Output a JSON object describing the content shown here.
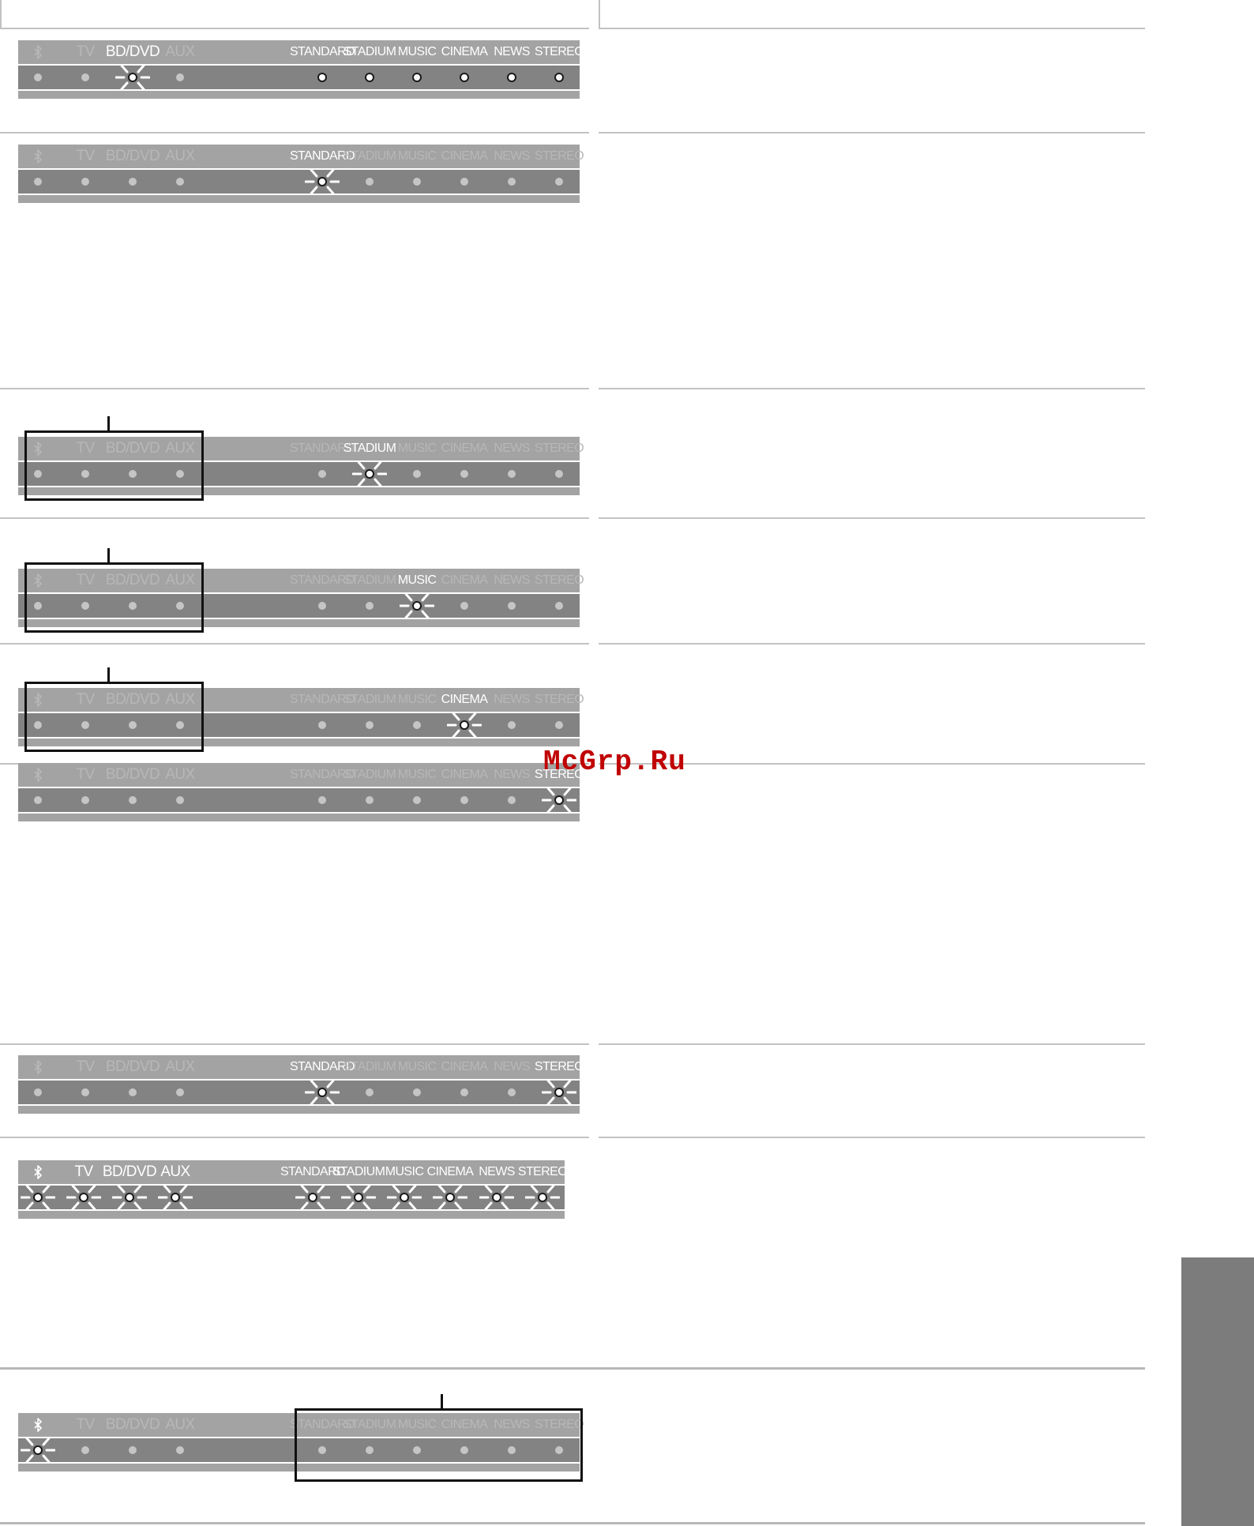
{
  "watermark": "McGrp.Ru",
  "labels": {
    "sources": [
      "TV",
      "BD/DVD",
      "AUX"
    ],
    "modes": [
      "STANDARD",
      "STADIUM",
      "MUSIC",
      "CINEMA",
      "NEWS",
      "STEREO"
    ]
  },
  "indicator_icons": [
    "bluetooth-icon",
    "led-dot-icon",
    "flash-rays-icon"
  ],
  "colors": {
    "panel_light": "#a3a3a3",
    "panel_dark": "#838383",
    "label_lit": "#ffffff",
    "label_unlit": "#b7b7b7",
    "led_off": "#c5c5c5",
    "side_tab": "#7c7c7c",
    "watermark": "#c00000"
  },
  "panels": [
    {
      "labels_lit": [
        false,
        false,
        true,
        false,
        true,
        true,
        true,
        true,
        true,
        true
      ],
      "leds": [
        "off",
        "off",
        "flash",
        "off",
        "on",
        "on",
        "on",
        "on",
        "on",
        "on"
      ],
      "bracket": "none"
    },
    {
      "labels_lit": [
        false,
        false,
        false,
        false,
        true,
        false,
        false,
        false,
        false,
        false
      ],
      "leds": [
        "off",
        "off",
        "off",
        "off",
        "flash",
        "off",
        "off",
        "off",
        "off",
        "off"
      ],
      "bracket": "none"
    },
    {
      "labels_lit": [
        false,
        false,
        false,
        false,
        false,
        true,
        false,
        false,
        false,
        false
      ],
      "leds": [
        "off",
        "off",
        "off",
        "off",
        "off",
        "flash",
        "off",
        "off",
        "off",
        "off"
      ],
      "bracket": "sources"
    },
    {
      "labels_lit": [
        false,
        false,
        false,
        false,
        false,
        false,
        true,
        false,
        false,
        false
      ],
      "leds": [
        "off",
        "off",
        "off",
        "off",
        "off",
        "off",
        "flash",
        "off",
        "off",
        "off"
      ],
      "bracket": "sources"
    },
    {
      "labels_lit": [
        false,
        false,
        false,
        false,
        false,
        false,
        false,
        true,
        false,
        false
      ],
      "leds": [
        "off",
        "off",
        "off",
        "off",
        "off",
        "off",
        "off",
        "flash",
        "off",
        "off"
      ],
      "bracket": "sources"
    },
    {
      "labels_lit": [
        false,
        false,
        false,
        false,
        false,
        false,
        false,
        false,
        false,
        true
      ],
      "leds": [
        "off",
        "off",
        "off",
        "off",
        "off",
        "off",
        "off",
        "off",
        "off",
        "flash"
      ],
      "bracket": "none"
    },
    {
      "labels_lit": [
        false,
        false,
        false,
        false,
        true,
        false,
        false,
        false,
        false,
        true
      ],
      "leds": [
        "off",
        "off",
        "off",
        "off",
        "flash",
        "off",
        "off",
        "off",
        "off",
        "flash"
      ],
      "bracket": "none"
    },
    {
      "labels_lit": [
        true,
        true,
        true,
        true,
        true,
        true,
        true,
        true,
        true,
        true
      ],
      "leds": [
        "flash",
        "flash",
        "flash",
        "flash",
        "flash",
        "flash",
        "flash",
        "flash",
        "flash",
        "flash"
      ],
      "bracket": "none"
    },
    {
      "labels_lit": [
        true,
        false,
        false,
        false,
        false,
        false,
        false,
        false,
        false,
        false
      ],
      "leds": [
        "flash",
        "off",
        "off",
        "off",
        "off",
        "off",
        "off",
        "off",
        "off",
        "off"
      ],
      "bracket": "modes"
    }
  ]
}
